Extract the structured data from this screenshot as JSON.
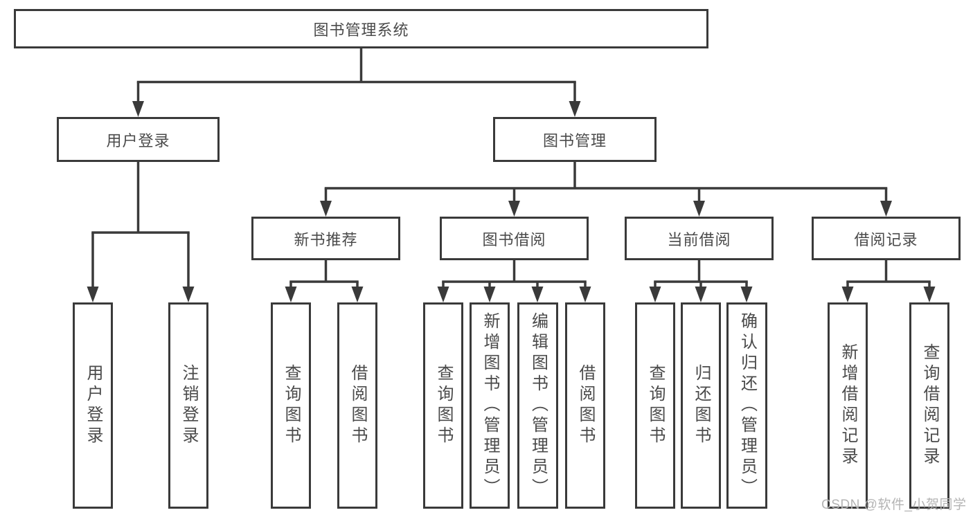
{
  "diagram": {
    "type": "tree",
    "nodes": {
      "root": "图书管理系统",
      "login": {
        "label": "用户登录",
        "children": [
          "用户登录",
          "注销登录"
        ]
      },
      "mgmt": {
        "label": "图书管理",
        "sections": [
          {
            "label": "新书推荐",
            "children": [
              "查询图书",
              "借阅图书"
            ]
          },
          {
            "label": "图书借阅",
            "children": [
              "查询图书",
              "新增图书（管理员）",
              "编辑图书（管理员）",
              "借阅图书"
            ]
          },
          {
            "label": "当前借阅",
            "children": [
              "查询图书",
              "归还图书",
              "确认归还（管理员）"
            ]
          },
          {
            "label": "借阅记录",
            "children": [
              "新增借阅记录",
              "查询借阅记录"
            ]
          }
        ]
      }
    },
    "colors": {
      "line": "#3a3a3a",
      "text": "#4a4a4a",
      "box_background": "#ffffff",
      "watermark": "#b4b4b4"
    }
  },
  "watermark": {
    "text": "CSDN @软件_小贺同学"
  }
}
